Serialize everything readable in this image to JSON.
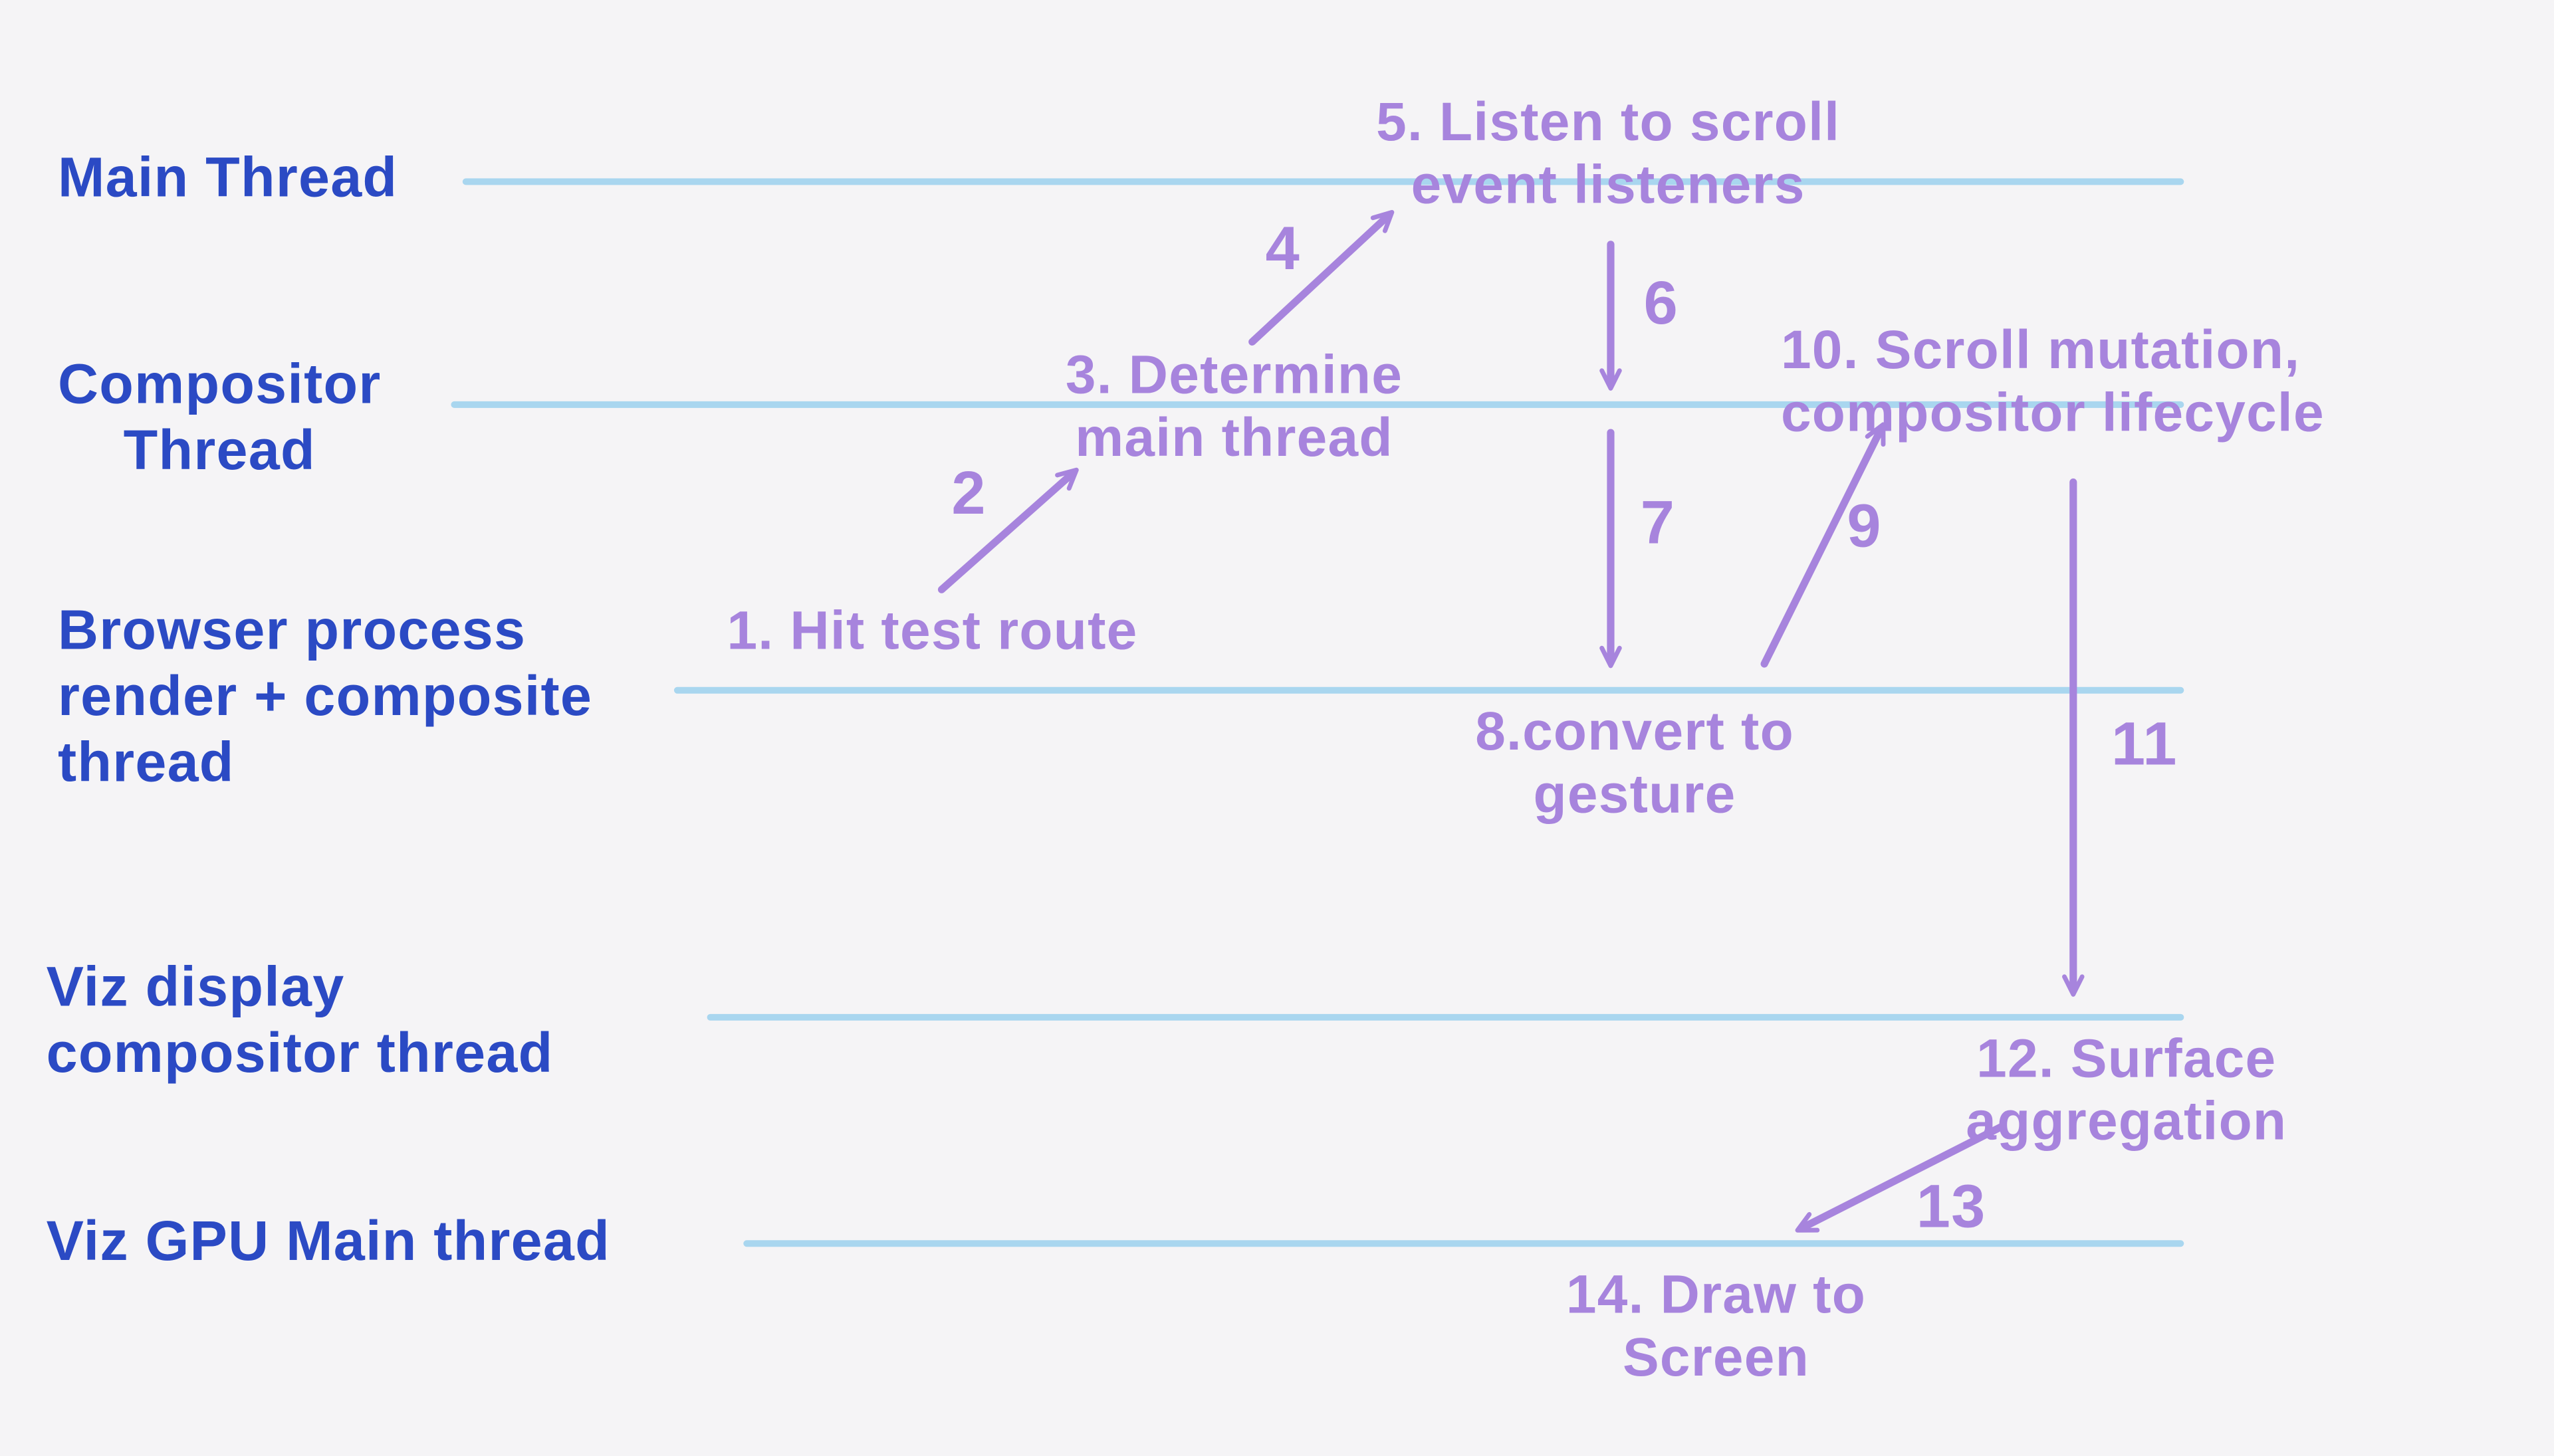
{
  "colors": {
    "bg": "#f5f4f6",
    "thread_line": "#a9d6ef",
    "thread_label": "#2b4ac4",
    "annotation": "#a784dd"
  },
  "threads": [
    {
      "id": "main-thread",
      "label": "Main Thread"
    },
    {
      "id": "compositor-thread",
      "label": "Compositor\nThread"
    },
    {
      "id": "browser-process-thread",
      "label": "Browser process\nrender + composite\nthread"
    },
    {
      "id": "viz-display-compositor-thread",
      "label": "Viz display\ncompositor thread"
    },
    {
      "id": "viz-gpu-main-thread",
      "label": "Viz GPU Main thread"
    }
  ],
  "steps": [
    {
      "num": 1,
      "text": "1. Hit test route"
    },
    {
      "num": 3,
      "text": "3. Determine\nmain thread"
    },
    {
      "num": 5,
      "text": "5. Listen to scroll\nevent listeners"
    },
    {
      "num": 8,
      "text": "8.convert to\ngesture"
    },
    {
      "num": 10,
      "text": "10. Scroll mutation,\ncompositor lifecycle"
    },
    {
      "num": 12,
      "text": "12. Surface\naggregation"
    },
    {
      "num": 14,
      "text": "14. Draw to\nScreen"
    }
  ],
  "step_numbers": [
    {
      "label": "2"
    },
    {
      "label": "4"
    },
    {
      "label": "6"
    },
    {
      "label": "7"
    },
    {
      "label": "9"
    },
    {
      "label": "11"
    },
    {
      "label": "13"
    }
  ]
}
